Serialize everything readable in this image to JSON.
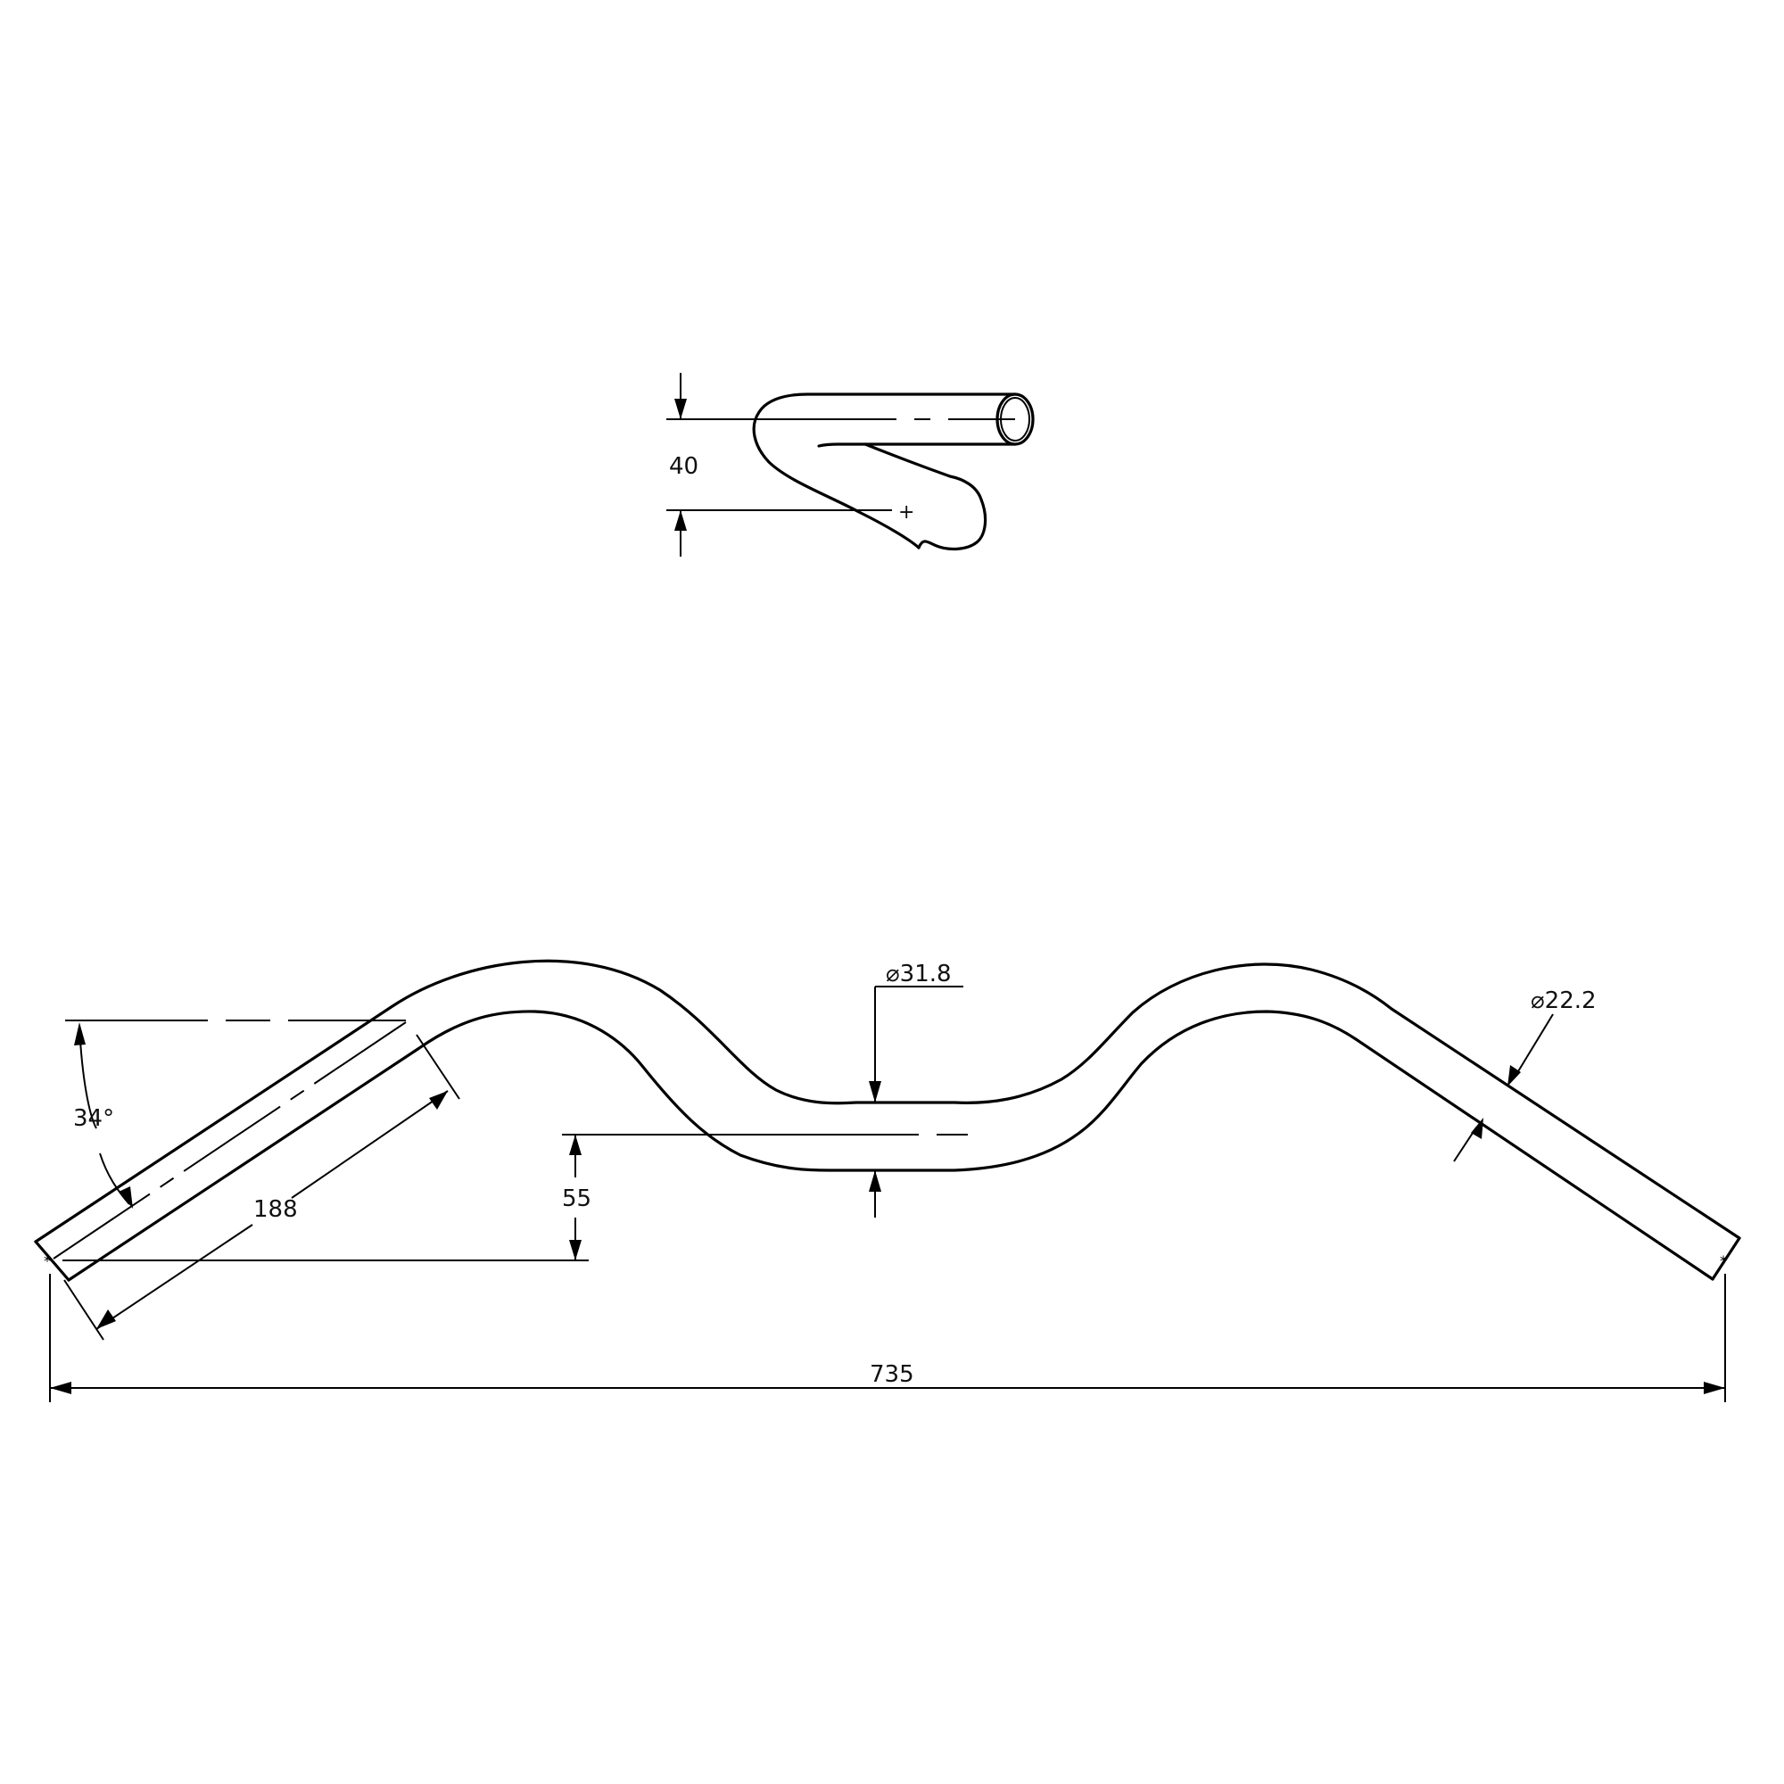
{
  "drawing": {
    "background": "#ffffff",
    "line_color": "#000000",
    "views": {
      "top_view": {
        "dimensions": {
          "offset": {
            "value": "40"
          }
        },
        "markers": {
          "center_mark": "+"
        }
      },
      "front_view": {
        "dimensions": {
          "angle": {
            "value": "34°"
          },
          "straight_length": {
            "value": "188"
          },
          "rise": {
            "value": "55"
          },
          "center_diameter": {
            "value": "31.8",
            "symbol": "⌀"
          },
          "end_diameter": {
            "value": "22.2",
            "symbol": "⌀"
          },
          "overall_width": {
            "value": "735"
          }
        }
      }
    }
  }
}
